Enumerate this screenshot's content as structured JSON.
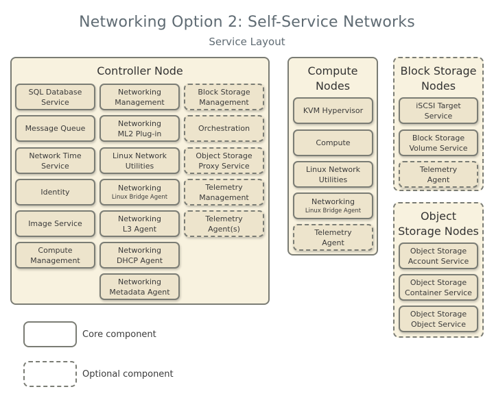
{
  "title": "Networking Option 2: Self-Service Networks",
  "subtitle": "Service Layout",
  "controller": {
    "title": "Controller Node",
    "col1": [
      [
        "SQL Database",
        "Service"
      ],
      [
        "Message Queue"
      ],
      [
        "Network Time",
        "Service"
      ],
      [
        "Identity"
      ],
      [
        "Image Service"
      ],
      [
        "Compute",
        "Management"
      ]
    ],
    "col2": [
      [
        "Networking",
        "Management"
      ],
      [
        "Networking",
        "ML2 Plug-in"
      ],
      [
        "Linux Network",
        "Utilities"
      ],
      [
        "Networking",
        "Linux Bridge Agent"
      ],
      [
        "Networking",
        "L3 Agent"
      ],
      [
        "Networking",
        "DHCP Agent"
      ],
      [
        "Networking",
        "Metadata Agent"
      ]
    ],
    "col3": [
      [
        "Block Storage",
        "Management"
      ],
      [
        "Orchestration"
      ],
      [
        "Object Storage",
        "Proxy Service"
      ],
      [
        "Telemetry",
        "Management"
      ],
      [
        "Telemetry",
        "Agent(s)"
      ]
    ]
  },
  "compute": {
    "title_line1": "Compute",
    "title_line2": "Nodes",
    "items": [
      [
        "KVM Hypervisor"
      ],
      [
        "Compute"
      ],
      [
        "Linux Network",
        "Utilities"
      ],
      [
        "Networking",
        "Linux Bridge Agent"
      ],
      [
        "Telemetry",
        "Agent"
      ]
    ]
  },
  "block": {
    "title_line1": "Block Storage",
    "title_line2": "Nodes",
    "items": [
      [
        "iSCSI Target",
        "Service"
      ],
      [
        "Block Storage",
        "Volume Service"
      ],
      [
        "Telemetry",
        "Agent"
      ]
    ]
  },
  "object": {
    "title_line1": "Object",
    "title_line2": "Storage Nodes",
    "items": [
      [
        "Object Storage",
        "Account Service"
      ],
      [
        "Object Storage",
        "Container Service"
      ],
      [
        "Object Storage",
        "Object Service"
      ]
    ]
  },
  "legend": {
    "core": "Core component",
    "optional": "Optional component"
  }
}
